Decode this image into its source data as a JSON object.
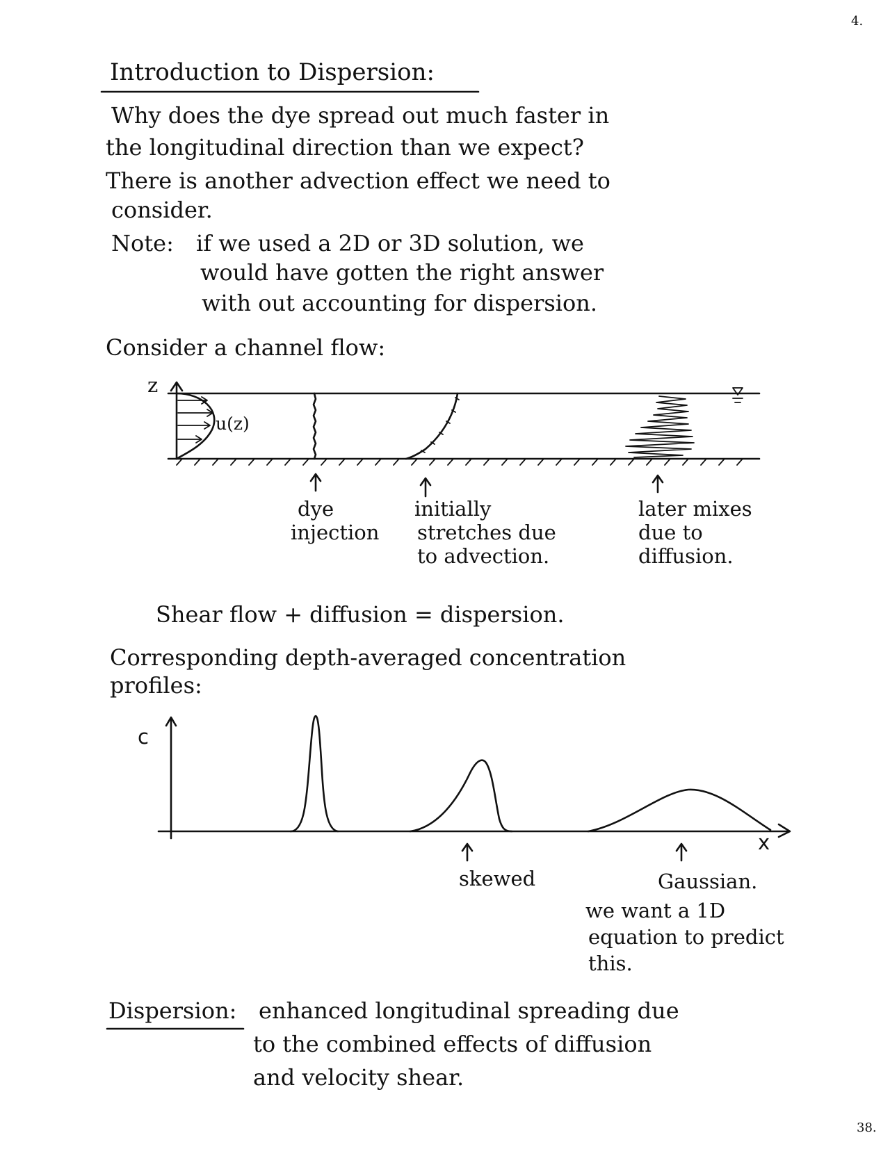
{
  "page": {
    "number_top": "4.",
    "number_bottom": "38."
  },
  "heading": "Introduction to Dispersion:",
  "question": [
    "Why does the dye spread out much faster in",
    "the longitudinal direction than we expect?"
  ],
  "answer": [
    "There is another advection effect we need to",
    "consider."
  ],
  "note": {
    "label": "Note:",
    "lines": [
      "if we used a 2D or 3D solution, we",
      "would have gotten the right answer",
      "with out accounting for dispersion."
    ]
  },
  "consider": "Consider a channel flow:",
  "channel": {
    "axis_label": "z",
    "profile_label": "u(z)",
    "annotations": [
      [
        "dye",
        "injection"
      ],
      [
        "initially",
        "stretches due",
        "to advection."
      ],
      [
        "later mixes",
        "due to",
        "diffusion."
      ]
    ]
  },
  "equation": "Shear flow + diffusion = dispersion.",
  "corresponding": [
    "Corresponding depth-averaged concentration",
    "profiles:"
  ],
  "profiles": {
    "y_label": "c",
    "x_label": "x",
    "labels": [
      "skewed",
      "Gaussian."
    ],
    "note": [
      "we want a 1D",
      "equation to predict",
      "this."
    ]
  },
  "definition": {
    "term": "Dispersion:",
    "lines": [
      "enhanced longitudinal spreading due",
      "to the combined effects of diffusion",
      "and velocity shear."
    ]
  }
}
